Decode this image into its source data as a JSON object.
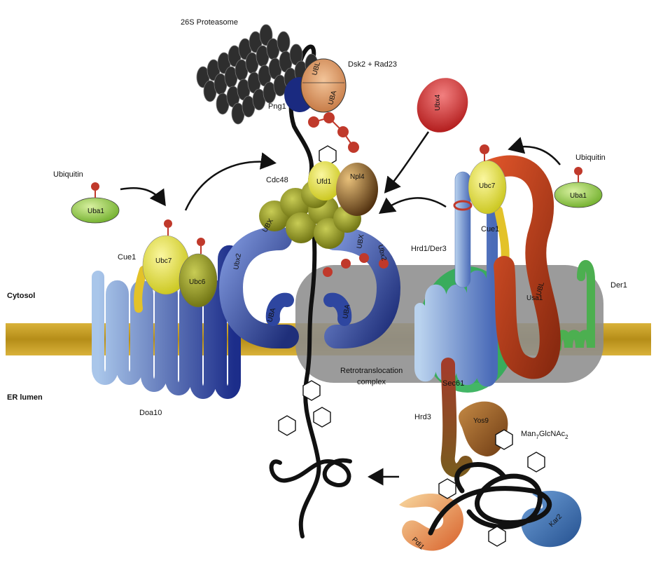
{
  "labels": {
    "proteasome": "26S Proteasome",
    "dsk2": "Dsk2 + Rad23",
    "ubl_top": "UBL",
    "uba_top": "UBA",
    "png1": "Png1",
    "ubx4": "Ubx4",
    "ubiquitin_left": "Ubiquitin",
    "uba1_left": "Uba1",
    "ubiquitin_right": "Ubiquitin",
    "uba1_right": "Uba1",
    "cdc48": "Cdc48",
    "ufd1": "Ufd1",
    "npl4": "Npl4",
    "ubc7_left": "Ubc7",
    "ubc6": "Ubc6",
    "cue1_left": "Cue1",
    "ubx2_left": "Ubx2",
    "uba_left": "UBA",
    "ubx_left": "UBX",
    "ubx_right": "UBX",
    "ubx2_right": "Ubx2",
    "uba_right": "UBA",
    "ubc7_right": "Ubc7",
    "cue1_right": "Cue1",
    "hrd1": "Hrd1/Der3",
    "ubl_usa1": "UBL",
    "usa1": "Usa1",
    "der1": "Der1",
    "cytosol": "Cytosol",
    "er_lumen": "ER lumen",
    "doa10": "Doa10",
    "retro": "Retrotranslocation",
    "complex": "complex",
    "sec61": "Sec61",
    "hrd3": "Hrd3",
    "yos9": "Yos9",
    "man": "Man",
    "man_sub1": "7",
    "glcnac": "GlcNAc",
    "man_sub2": "2",
    "pdi1": "Pdi1",
    "kar2": "Kar2"
  },
  "colors": {
    "membrane": "#c9a227",
    "ubiquitin": "#c0392b",
    "proteasome": "#3a3a3a",
    "uba1": "#8cc63f",
    "ubc7": "#e6e24a",
    "ubc6": "#9aa02a",
    "ubx2": "#3b54a8",
    "doa10": "#6b8fd0",
    "hrd1": "#8fb3dd",
    "usa1": "#c9431e",
    "der1": "#4caf50",
    "sec61": "#2fae55",
    "complex": "#8a8a8a",
    "yos9": "#9b5a22",
    "kar2": "#3f73b8",
    "pdi1": "#e89a5a",
    "ubx4": "#d62a2a",
    "cdc48": "#a8aa3a"
  }
}
